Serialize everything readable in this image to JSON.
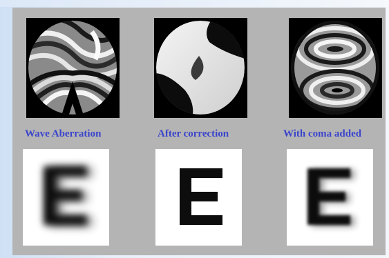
{
  "captions": {
    "wave_aberration": "Wave Aberration",
    "after_correction": "After  correction",
    "with_coma": "With coma added"
  },
  "colors": {
    "panel": "#b4b4b4",
    "caption": "#3a44cc",
    "background_left": "#cfe0f5"
  },
  "images": [
    {
      "name": "wave-aberration-map",
      "blur": "heavy"
    },
    {
      "name": "corrected-wavefront-map",
      "blur": "none"
    },
    {
      "name": "coma-wavefront-map",
      "blur": "moderate"
    }
  ]
}
